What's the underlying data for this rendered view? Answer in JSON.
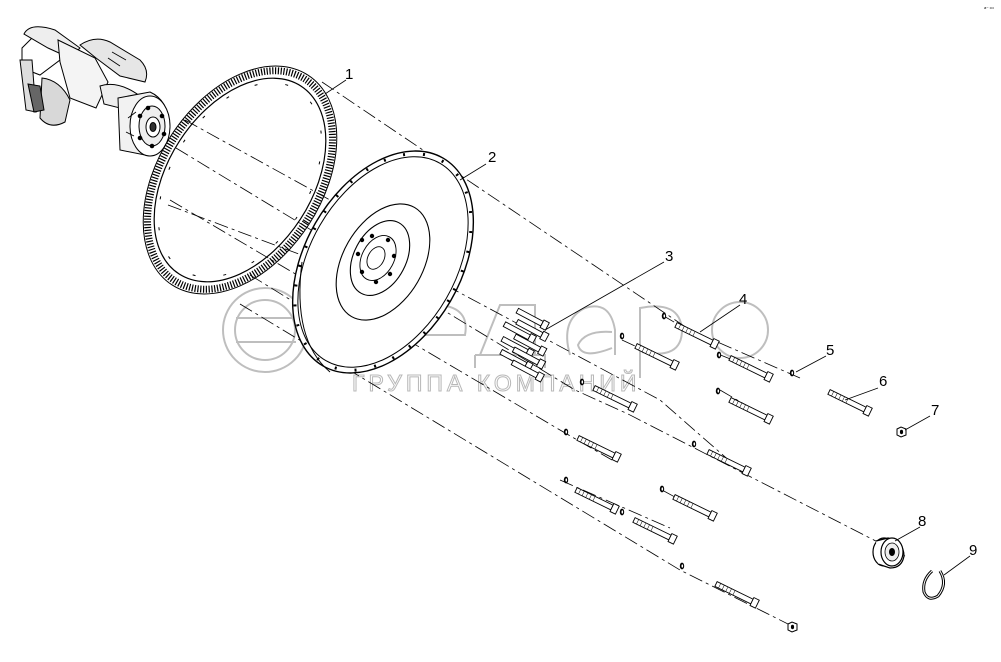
{
  "diagram": {
    "type": "exploded-parts-view",
    "parts": [
      {
        "number": "1"
      },
      {
        "number": "2"
      },
      {
        "number": "3"
      },
      {
        "number": "4"
      },
      {
        "number": "5"
      },
      {
        "number": "6"
      },
      {
        "number": "7"
      },
      {
        "number": "8"
      },
      {
        "number": "9"
      }
    ],
    "corner_mark": "a~ •••"
  },
  "watermark": {
    "subtitle": "ГРУППА КОМПАНИЙ",
    "color": "#b8b8b8"
  },
  "colors": {
    "line": "#000000",
    "background": "#ffffff"
  }
}
